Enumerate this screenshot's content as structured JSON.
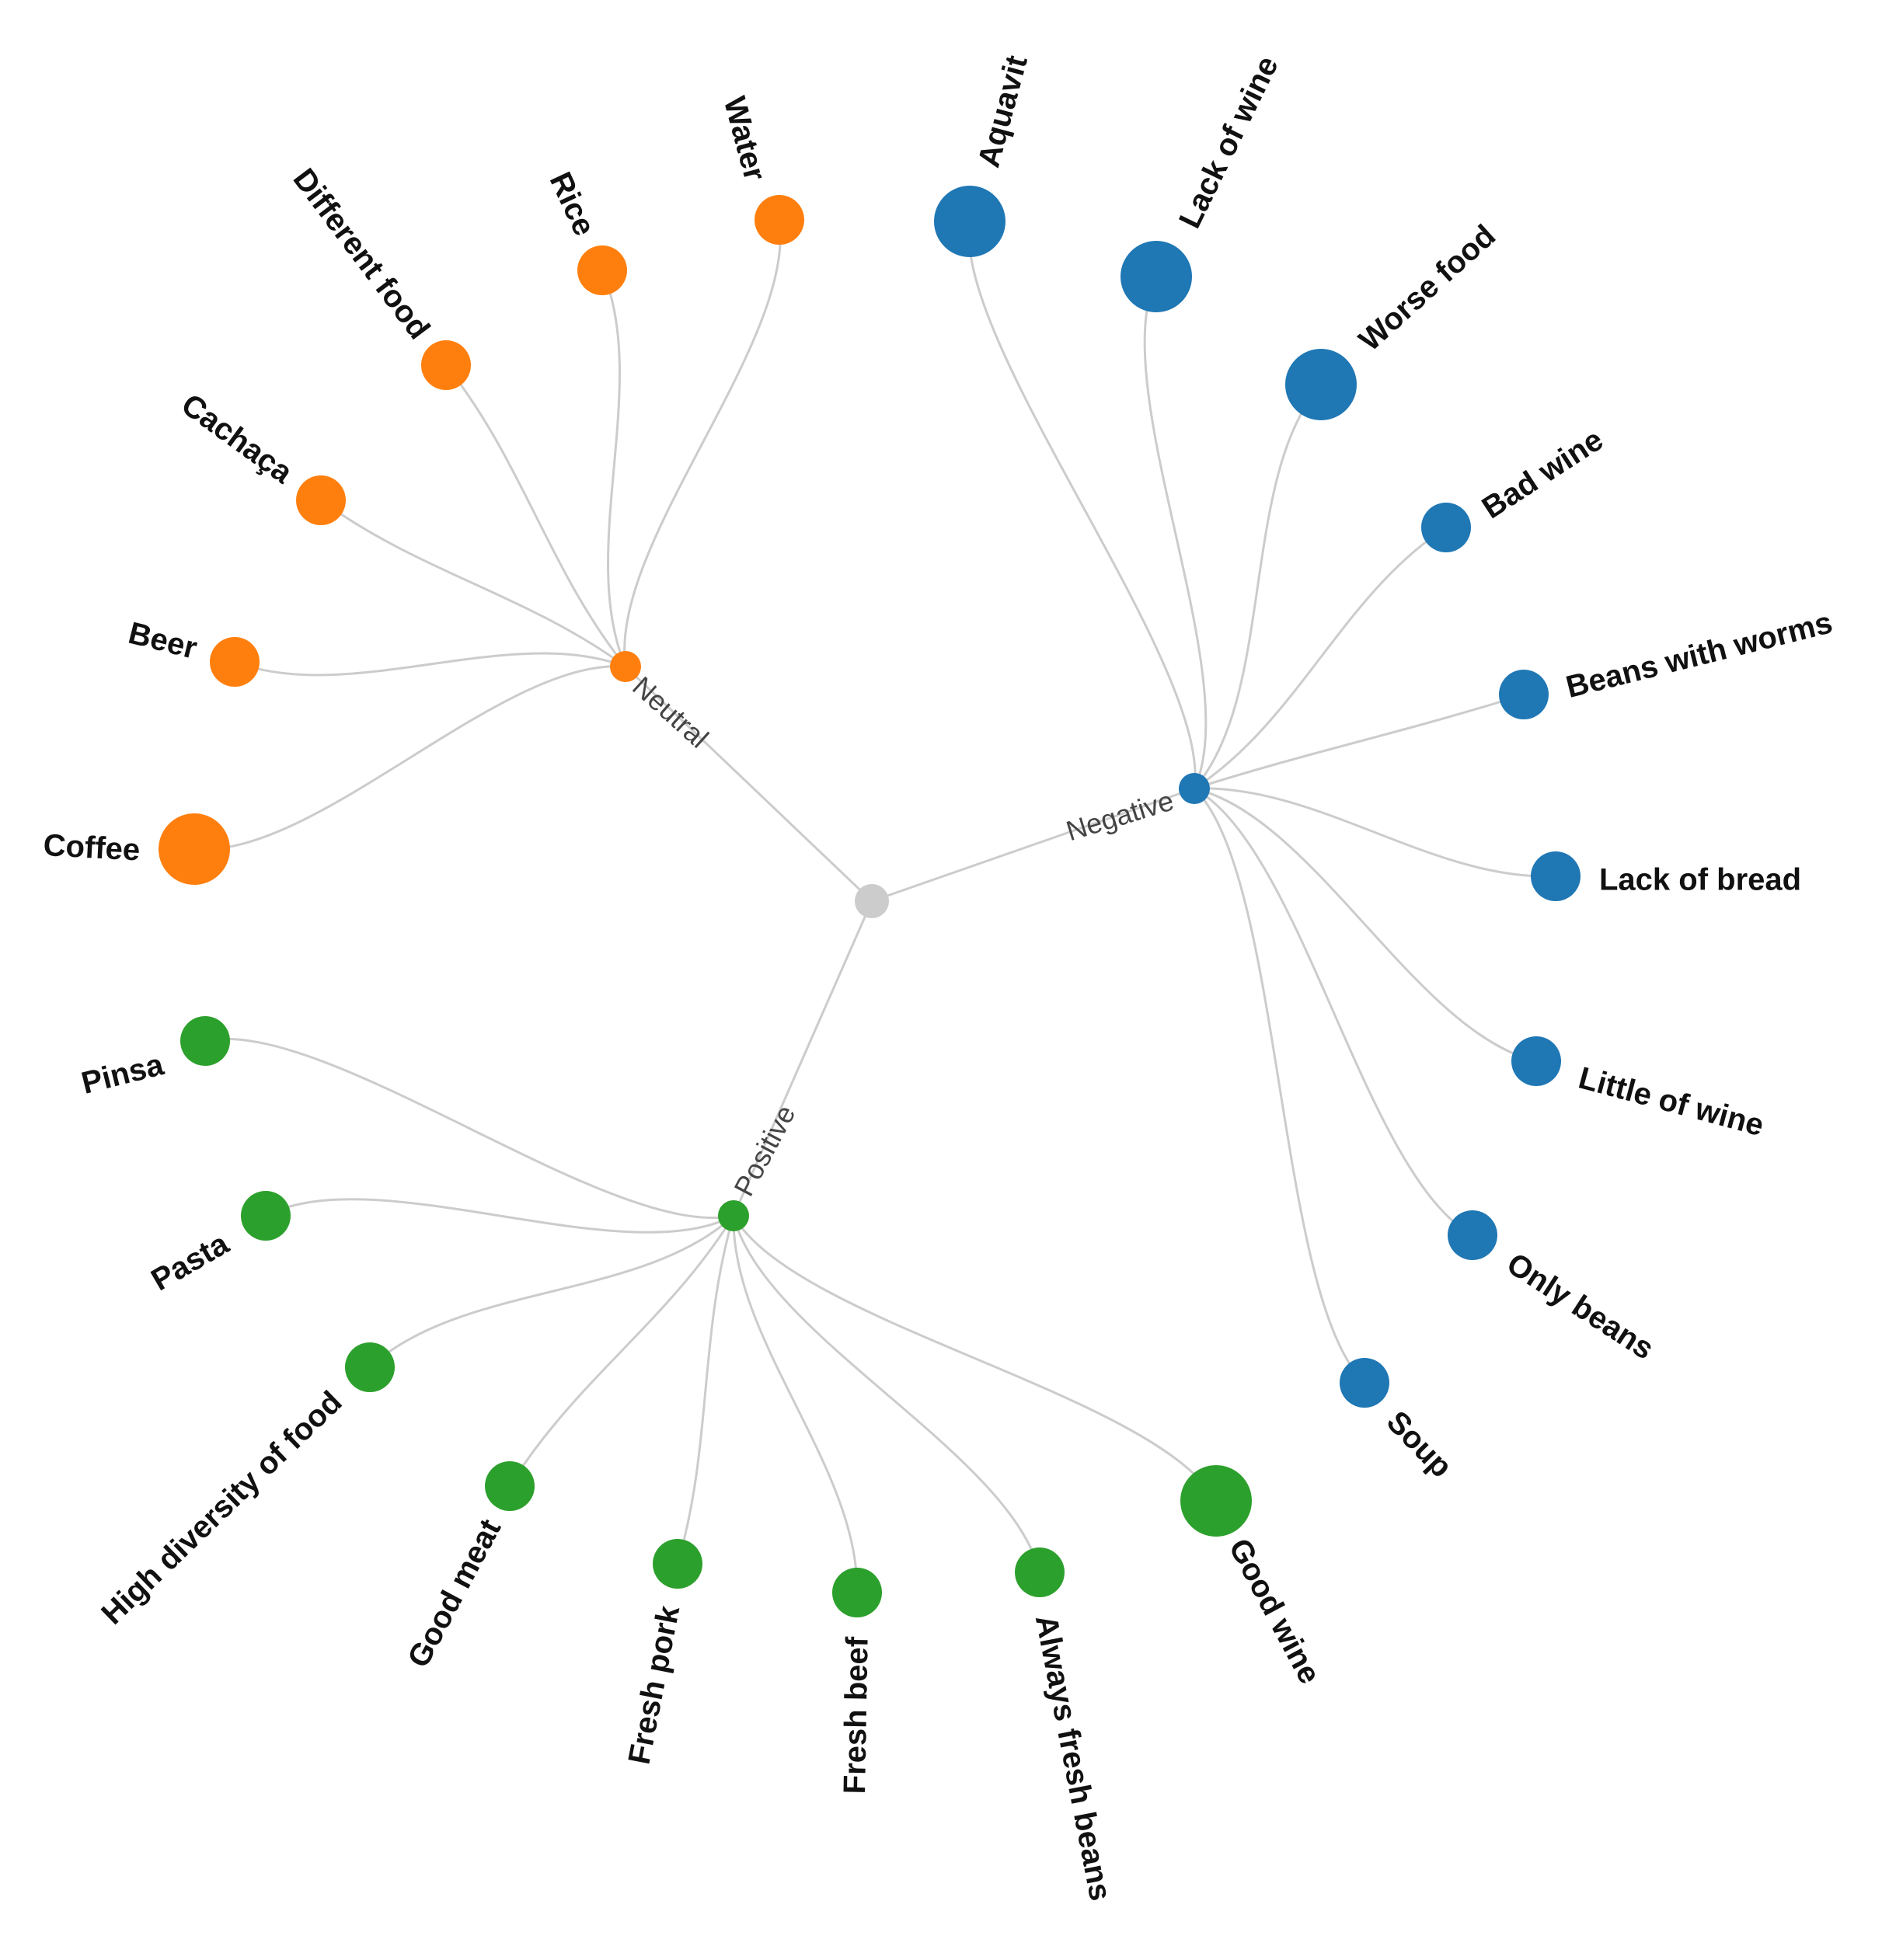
{
  "colors": {
    "neutral": "#ff7f0e",
    "negative": "#1f77b4",
    "positive": "#2ca02c",
    "root": "#cccccc",
    "link": "#cccccc"
  },
  "root": {
    "name": ""
  },
  "groups": [
    {
      "key": "neutral",
      "label": "Neutral",
      "children": [
        {
          "label": "Water",
          "size": "small"
        },
        {
          "label": "Rice",
          "size": "small"
        },
        {
          "label": "Different food",
          "size": "small"
        },
        {
          "label": "Cachaça",
          "size": "small"
        },
        {
          "label": "Beer",
          "size": "small"
        },
        {
          "label": "Coffee",
          "size": "large"
        }
      ]
    },
    {
      "key": "negative",
      "label": "Negative",
      "children": [
        {
          "label": "Aquavit",
          "size": "large"
        },
        {
          "label": "Lack of wine",
          "size": "large"
        },
        {
          "label": "Worse food",
          "size": "large"
        },
        {
          "label": "Bad wine",
          "size": "small"
        },
        {
          "label": "Beans with worms",
          "size": "small"
        },
        {
          "label": "Lack of bread",
          "size": "small"
        },
        {
          "label": "Little of wine",
          "size": "small"
        },
        {
          "label": "Only beans",
          "size": "small"
        },
        {
          "label": "Soup",
          "size": "small"
        }
      ]
    },
    {
      "key": "positive",
      "label": "Positive",
      "children": [
        {
          "label": "Pinsa",
          "size": "small"
        },
        {
          "label": "Pasta",
          "size": "small"
        },
        {
          "label": "High diversity of food",
          "size": "small"
        },
        {
          "label": "Good meat",
          "size": "small"
        },
        {
          "label": "Fresh pork",
          "size": "small"
        },
        {
          "label": "Fresh beef",
          "size": "small"
        },
        {
          "label": "Always fresh beans",
          "size": "small"
        },
        {
          "label": "Good wine",
          "size": "large"
        }
      ]
    }
  ]
}
